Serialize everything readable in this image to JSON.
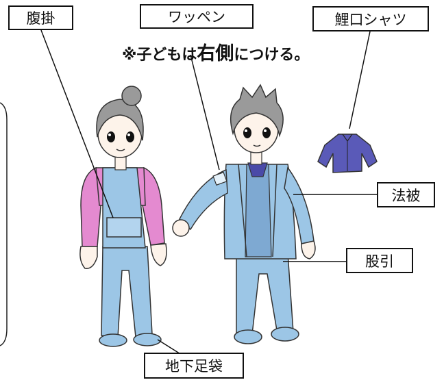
{
  "labels": {
    "harakake": "腹掛",
    "wappen": "ワッペン",
    "dabo_shirt": "鯉口シャツ",
    "happi": "法被",
    "momohiki": "股引",
    "jika_tabi": "地下足袋"
  },
  "note": {
    "prefix": "※子どもは",
    "emphasis": "右側",
    "suffix": "につける。"
  },
  "colors": {
    "outfit_blue": "#9cc6e6",
    "outfit_blue_dark": "#6f9fc8",
    "shirt_pink": "#e48ad0",
    "shirt_navy": "#4a4aa8",
    "skin": "#fdf3ea",
    "hair": "#9a9a9a",
    "line": "#1a1a1a"
  }
}
